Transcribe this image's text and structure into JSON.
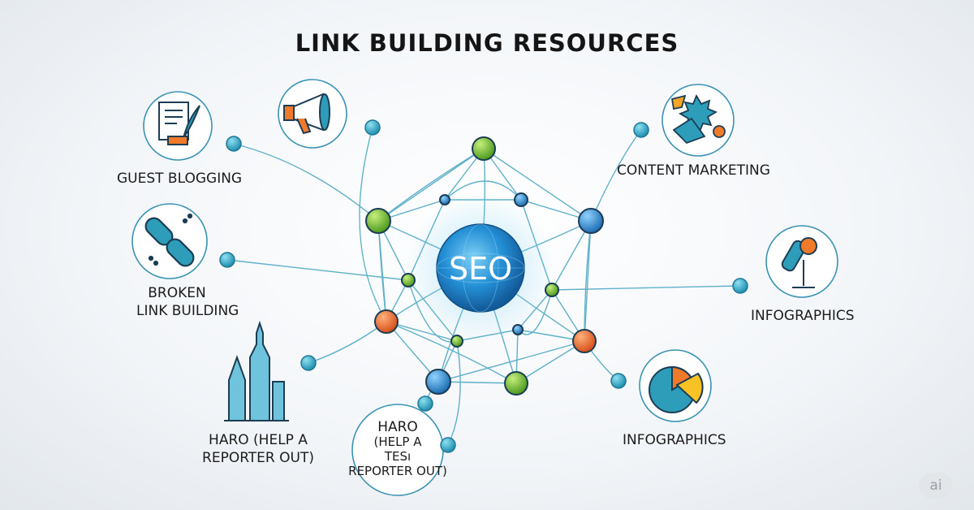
{
  "title": "LINK BUILDING RESOURCES",
  "hub_label": "SEO",
  "labels": {
    "guest_blogging": "GUEST BLOGGING",
    "content_marketing": "CONTENT MARKETING",
    "broken_line1": "BROKEN",
    "broken_line2": "LINK BUILDING",
    "infographics_right": "INFOGRAPHICS",
    "haro_left_line1": "HARO (HELP A",
    "haro_left_line2": "REPORTER OUT)",
    "haro_center_line1": "HARO",
    "haro_center_line2": "(HELP A",
    "haro_center_line3": "TESı",
    "haro_center_line4": "REPORTER OUT)",
    "infographics_bottom": "INFOGRAPHICS"
  },
  "badge": "ai",
  "colors": {
    "line": "#4fa9c4",
    "node_green": "#7cc43d",
    "node_blue": "#2f8fd0",
    "node_orange": "#f0692a",
    "hub": "#1e7fc6",
    "icon_stroke": "#1d3d55",
    "icon_teal": "#2d9db9",
    "accent_orange": "#f07a2a",
    "accent_yellow": "#f6c224"
  },
  "icons": [
    "document-quill-icon",
    "megaphone-icon",
    "puzzle-pieces-icon",
    "chain-link-icon",
    "microphone-icon",
    "skyscraper-icon",
    "pie-chart-icon"
  ]
}
